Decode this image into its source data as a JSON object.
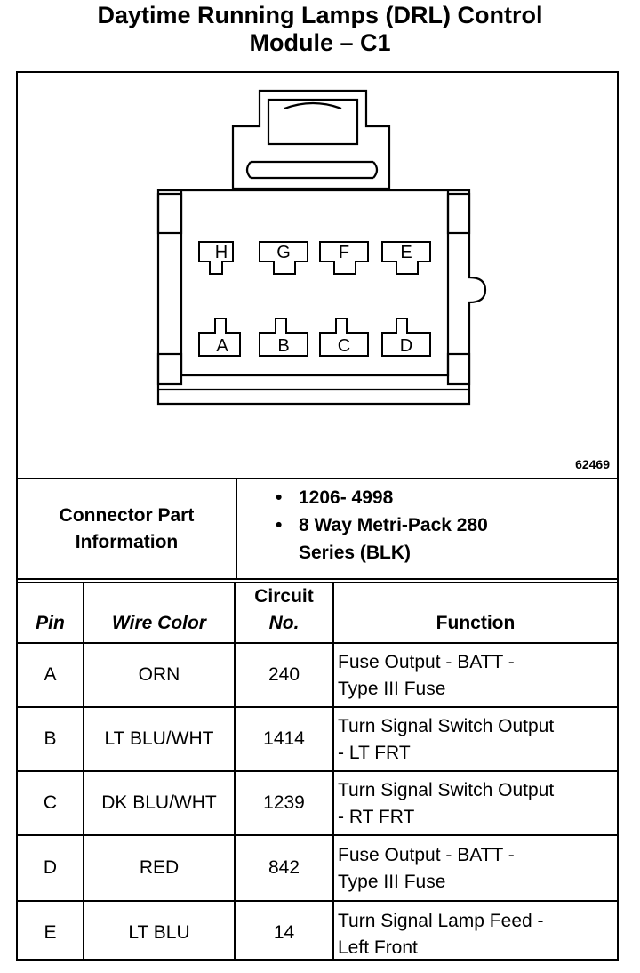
{
  "title": {
    "line1": "Daytime Running Lamps (DRL) Control",
    "line2": "Module – C1"
  },
  "diagram": {
    "figure_number": "62469",
    "top_row_pins": [
      "H",
      "G",
      "F",
      "E"
    ],
    "bottom_row_pins": [
      "A",
      "B",
      "C",
      "D"
    ]
  },
  "connector_info": {
    "label_line1": "Connector Part",
    "label_line2": "Information",
    "bullet": "•",
    "part_number": "1206- 4998",
    "series_line1": "8 Way Metri-Pack 280",
    "series_line2": "Series (BLK)"
  },
  "table": {
    "headers": {
      "pin": "Pin",
      "wire_color": "Wire Color",
      "circuit_line1": "Circuit",
      "circuit_line2": "No.",
      "function": "Function"
    },
    "rows": [
      {
        "pin": "A",
        "wire": "ORN",
        "circuit": "240",
        "func1": "Fuse Output - BATT -",
        "func2": "Type III Fuse"
      },
      {
        "pin": "B",
        "wire": "LT BLU/WHT",
        "circuit": "1414",
        "func1": "Turn Signal Switch Output",
        "func2": "- LT FRT"
      },
      {
        "pin": "C",
        "wire": "DK BLU/WHT",
        "circuit": "1239",
        "func1": "Turn Signal Switch Output",
        "func2": "- RT FRT"
      },
      {
        "pin": "D",
        "wire": "RED",
        "circuit": "842",
        "func1": "Fuse Output - BATT -",
        "func2": "Type III Fuse"
      },
      {
        "pin": "E",
        "wire": "LT BLU",
        "circuit": "14",
        "func1": "Turn Signal Lamp Feed -",
        "func2": "Left Front"
      }
    ]
  }
}
